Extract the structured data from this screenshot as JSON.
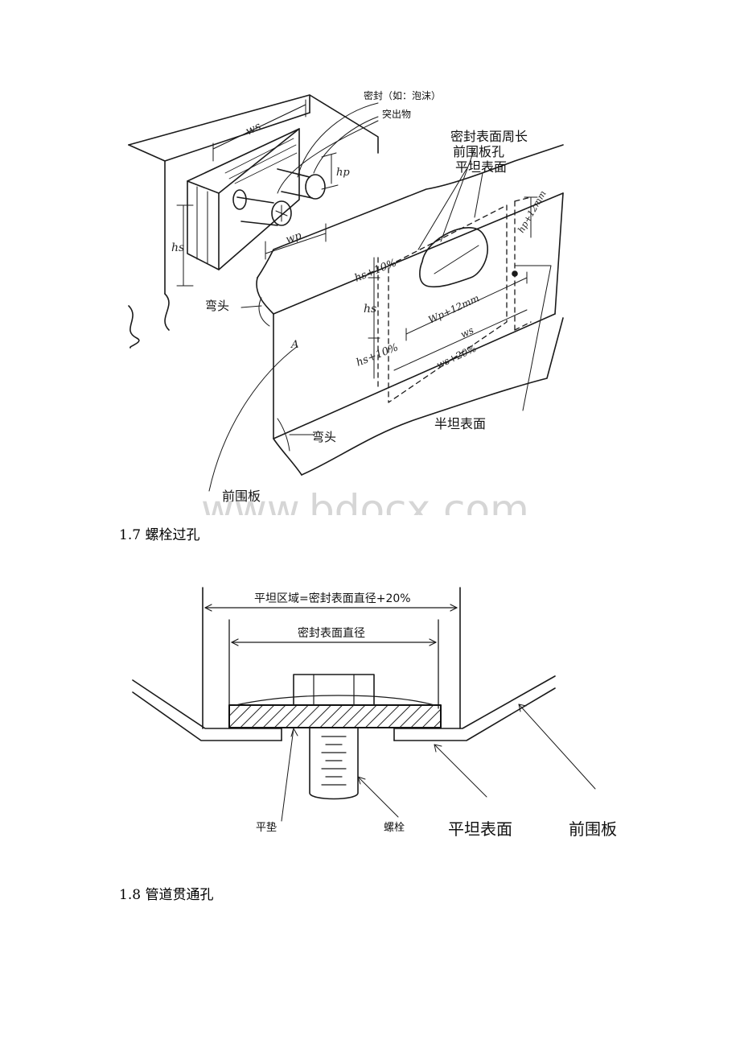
{
  "figure1": {
    "labels": {
      "seal_foam": "密封（如：泡沫）",
      "protrusion": "突出物",
      "seal_perimeter": "密封表面周长",
      "dash_hole": "前围板孔",
      "flat_surface_top": "平坦表面",
      "bend_upper": "弯头",
      "bend_lower": "弯头",
      "flat_surface_right": "半坦表面",
      "dash_panel": "前围板"
    },
    "hand": {
      "ws": "ws",
      "hp": "hp",
      "hs": "hs",
      "wp": "wp",
      "hs_plus_top": "hs+10%",
      "hs_mid": "hs",
      "hs_plus_bottom": "hs+10%",
      "hp_plus": "hp+12mm",
      "wp_plus": "Wp+12mm",
      "ws_bottom": "ws",
      "ws_plus": "ws+20%",
      "a": "A"
    }
  },
  "watermark": "www.bdocx.com",
  "section_1_7": "1.7 螺栓过孔",
  "figure2": {
    "flat_area_formula": "平坦区域=密封表面直径+20%",
    "seal_diameter": "密封表面直径",
    "flat_washer": "平垫",
    "bolt": "螺栓",
    "flat_surface": "平坦表面",
    "dash_panel": "前围板"
  },
  "section_1_8": "1.8 管道贯通孔"
}
